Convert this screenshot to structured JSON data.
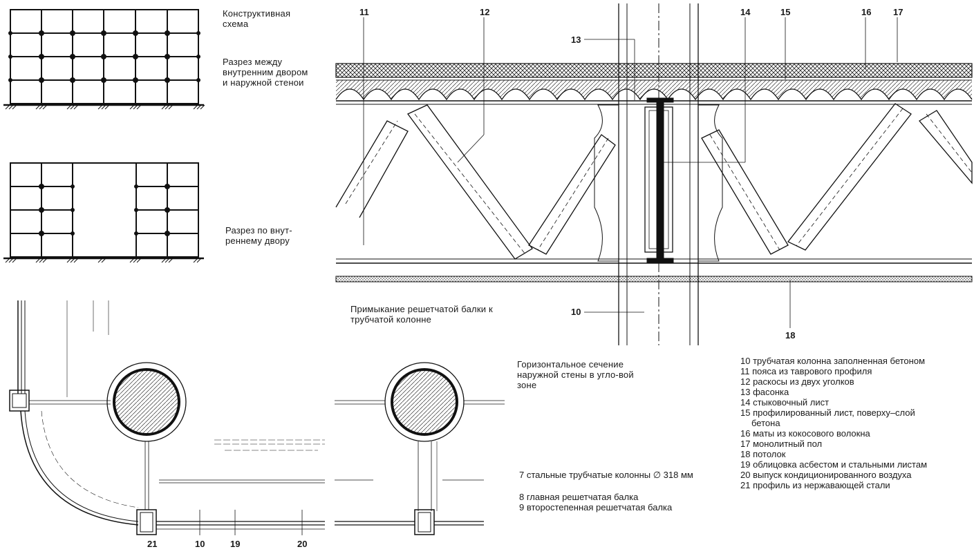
{
  "scheme": {
    "title": "Конструктивная схема",
    "section1_caption": "Разрез между внутренним двором и наружной стенои",
    "section2_caption": "Разрез по внут-реннему двору"
  },
  "truss_detail": {
    "caption": "Примыкание решетчатой балки к трубчатой колонне",
    "markers": [
      "10",
      "11",
      "12",
      "13",
      "14",
      "15",
      "16",
      "17",
      "18"
    ]
  },
  "plan_section": {
    "caption": "Горизонтальное сечение наружной стены в угло-вой зоне",
    "bottom_markers": [
      "21",
      "10",
      "19",
      "20"
    ],
    "legend_left": [
      "7 стальные трубчатые колонны ∅ 318 мм",
      "8 главная решетчатая балка",
      "9 второстепенная решетчатая балка"
    ]
  },
  "legend_right": [
    "10 трубчатая колонна заполненная бетоном",
    "11 пояса из таврового профиля",
    "12 раскосы из двух уголков",
    "13 фасонка",
    "14 стыковочный лист",
    "15 профилированный лист, поверху–слой",
    "бетона",
    "16 маты из кокосового волокна",
    "17 монолитный пол",
    "18 потолок",
    "19 облицовка асбестом и стальными листам",
    "20 выпуск кондиционированного воздуха",
    "21 профиль из нержавающей стали"
  ]
}
